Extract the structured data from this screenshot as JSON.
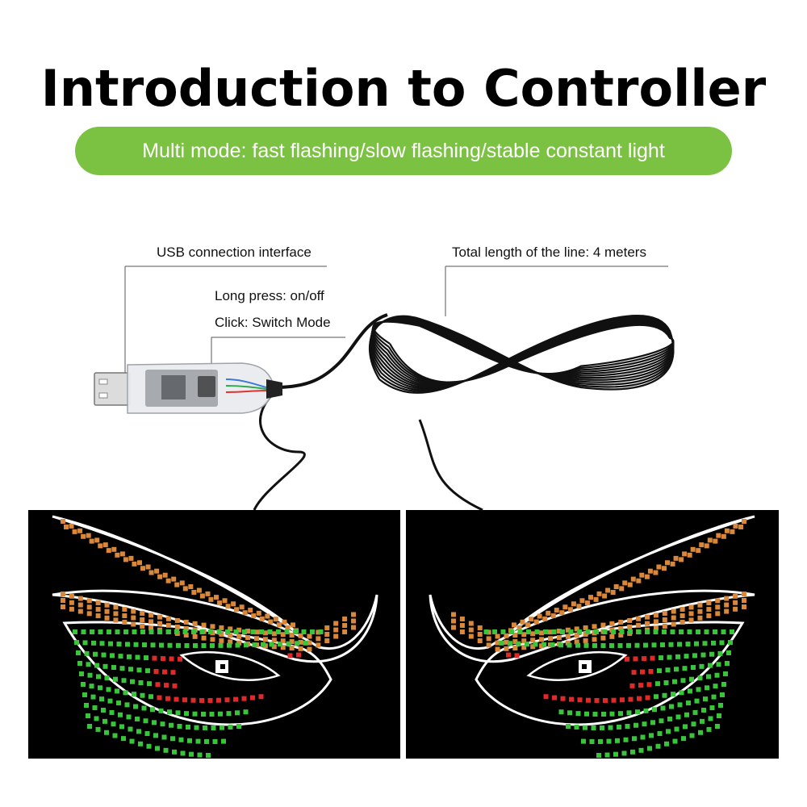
{
  "title": "Introduction to Controller",
  "banner": "Multi mode: fast flashing/slow flashing/stable constant light",
  "callouts": {
    "usb": "USB connection interface",
    "long_press": "Long press: on/off",
    "click": "Click: Switch Mode",
    "length": "Total length of the line: 4 meters"
  },
  "colors": {
    "banner_green": "#7cc242",
    "led_orange": "#d9873a",
    "led_red": "#e02a2a",
    "led_green": "#39c43c",
    "panel_bg": "#000000"
  }
}
